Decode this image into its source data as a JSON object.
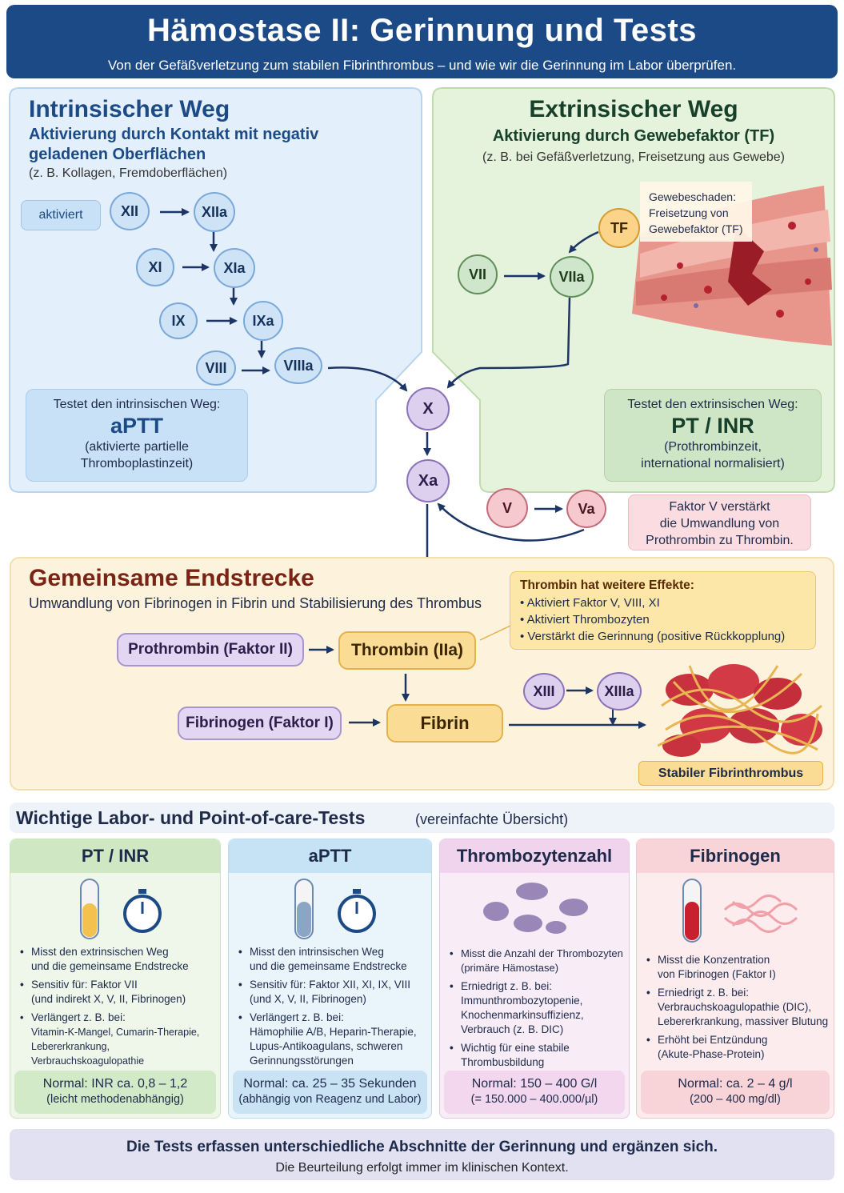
{
  "header": {
    "title": "Hämostase II: Gerinnung und Tests",
    "subtitle": "Von der Gefäßverletzung zum stabilen Fibrinthrombus – und wie wir die Gerinnung im Labor überprüfen."
  },
  "intrinsic": {
    "title": "Intrinsischer Weg",
    "subtitle_line1": "Aktivierung durch Kontakt mit negativ",
    "subtitle_line2": "geladenen Oberflächen",
    "note": "(z. B. Kollagen, Fremdoberflächen)",
    "activated_label": "aktiviert",
    "nodes": {
      "xii": "XII",
      "xiia": "XIIa",
      "xi": "XI",
      "xia": "XIa",
      "ix": "IX",
      "ixa": "IXa",
      "viii": "VIII",
      "viiia": "VIIIa"
    },
    "test": {
      "line1": "Testet den intrinsischen Weg:",
      "name": "aPTT",
      "desc1": "(aktivierte partielle",
      "desc2": "Thromboplastinzeit)"
    }
  },
  "extrinsic": {
    "title": "Extrinsischer Weg",
    "subtitle": "Aktivierung durch Gewebefaktor (TF)",
    "note": "(z. B. bei Gefäßverletzung, Freisetzung aus Gewebe)",
    "tissue_label_1": "Gewebeschaden:",
    "tissue_label_2": "Freisetzung von",
    "tissue_label_3": "Gewebefaktor (TF)",
    "nodes": {
      "tf": "TF",
      "vii": "VII",
      "viia": "VIIa"
    },
    "test": {
      "line1": "Testet den extrinsischen Weg:",
      "name": "PT / INR",
      "desc1": "(Prothrombinzeit,",
      "desc2": "international normalisiert)"
    }
  },
  "center": {
    "x": "X",
    "xa": "Xa",
    "v": "V",
    "va": "Va",
    "factor_v_note_1": "Faktor V verstärkt",
    "factor_v_note_2": "die Umwandlung von",
    "factor_v_note_3": "Prothrombin zu Thrombin."
  },
  "common": {
    "title": "Gemeinsame Endstrecke",
    "subtitle": "Umwandlung von Fibrinogen in Fibrin und Stabilisierung des Thrombus",
    "prothrombin": "Prothrombin (Faktor II)",
    "thrombin": "Thrombin (IIa)",
    "fibrinogen": "Fibrinogen (Faktor I)",
    "fibrin": "Fibrin",
    "xiii": "XIII",
    "xiiia": "XIIIa",
    "thrombus_label": "Stabiler Fibrinthrombus",
    "effects": {
      "title": "Thrombin hat weitere Effekte:",
      "items": [
        "Aktiviert Faktor V, VIII, XI",
        "Aktiviert Thrombozyten",
        "Verstärkt die Gerinnung (positive Rückkopplung)"
      ]
    }
  },
  "tests_section": {
    "title": "Wichtige Labor- und Point-of-care-Tests",
    "title_note": "(vereinfachte Übersicht)"
  },
  "cards": [
    {
      "title": "PT / INR",
      "items": [
        {
          "a": "Misst den extrinsischen Weg",
          "b": "und die gemeinsame Endstrecke"
        },
        {
          "a": "Sensitiv für: Faktor VII",
          "b": "(und indirekt X, V, II, Fibrinogen)"
        },
        {
          "a": "Verlängert z. B. bei:",
          "b": "Vitamin-K-Mangel, Cumarin-Therapie,",
          "c": "Lebererkrankung, Verbrauchskoagulopathie"
        }
      ],
      "normal_1": "Normal: INR ca. 0,8 – 1,2",
      "normal_2": "(leicht methodenabhängig)"
    },
    {
      "title": "aPTT",
      "items": [
        {
          "a": "Misst den intrinsischen Weg",
          "b": "und die gemeinsame Endstrecke"
        },
        {
          "a": "Sensitiv für: Faktor XII, XI, IX, VIII",
          "b": "(und X, V, II, Fibrinogen)"
        },
        {
          "a": "Verlängert z. B. bei:",
          "b": "Hämophilie A/B, Heparin-Therapie,",
          "c": "Lupus-Antikoagulans, schweren",
          "d": "Gerinnungsstörungen"
        }
      ],
      "normal_1": "Normal: ca. 25 – 35 Sekunden",
      "normal_2": "(abhängig von Reagenz und Labor)"
    },
    {
      "title": "Thrombozytenzahl",
      "items": [
        {
          "a": "Misst die Anzahl der Thrombozyten",
          "b": "(primäre Hämostase)"
        },
        {
          "a": "Erniedrigt z. B. bei:",
          "b": "Immunthrombozytopenie,",
          "c": "Knochenmarkinsuffizienz,",
          "d": "Verbrauch (z. B. DIC)"
        },
        {
          "a": "Wichtig für eine stabile",
          "b": "Thrombusbildung"
        }
      ],
      "normal_1": "Normal: 150 – 400 G/l",
      "normal_2": "(= 150.000 – 400.000/µl)"
    },
    {
      "title": "Fibrinogen",
      "items": [
        {
          "a": "Misst die Konzentration",
          "b": "von Fibrinogen (Faktor I)"
        },
        {
          "a": "Erniedrigt z. B. bei:",
          "b": "Verbrauchskoagulopathie (DIC),",
          "c": "Lebererkrankung, massiver Blutung"
        },
        {
          "a": "Erhöht bei Entzündung",
          "b": "(Akute-Phase-Protein)"
        }
      ],
      "normal_1": "Normal: ca. 2 – 4 g/l",
      "normal_2": "(200 – 400 mg/dl)"
    }
  ],
  "footer": {
    "line1": "Die Tests erfassen unterschiedliche Abschnitte der Gerinnung und ergänzen sich.",
    "line2": "Die Beurteilung erfolgt immer im klinischen Kontext."
  }
}
